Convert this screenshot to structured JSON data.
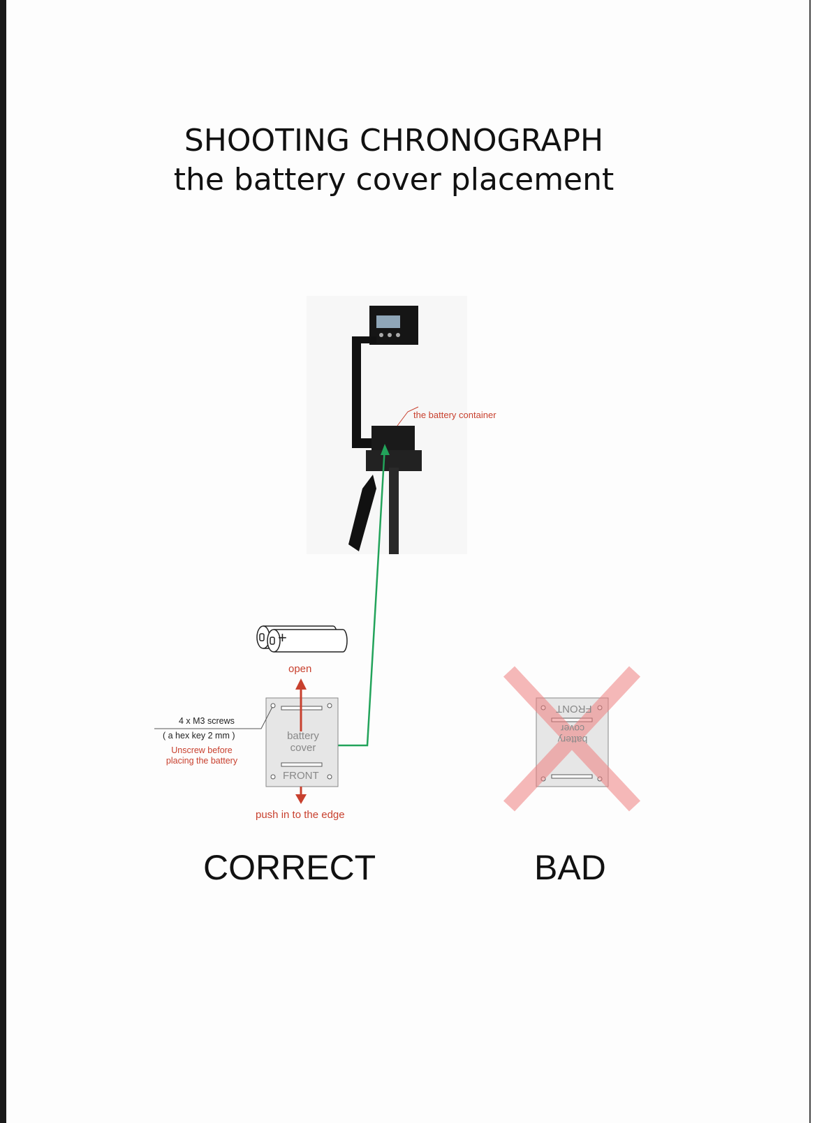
{
  "title": {
    "line1": "SHOOTING CHRONOGRAPH",
    "line2": "the battery cover placement"
  },
  "device_callout": "the battery container",
  "correct": {
    "open": "open",
    "push": "push in to the edge",
    "cover_text": [
      "battery",
      "cover"
    ],
    "front": "FRONT",
    "screws": "4 x M3 screws",
    "hex_key": "( a hex key 2 mm   )",
    "warning": [
      "Unscrew before",
      "placing the battery"
    ],
    "battery_plus": "+",
    "label": "CORRECT"
  },
  "bad": {
    "front": "FRONT",
    "cover_text": [
      "battery",
      "cover"
    ],
    "label": "BAD"
  },
  "colors": {
    "red": "#c8402e",
    "green": "#22a35a",
    "cross": "#f4b8b8"
  }
}
